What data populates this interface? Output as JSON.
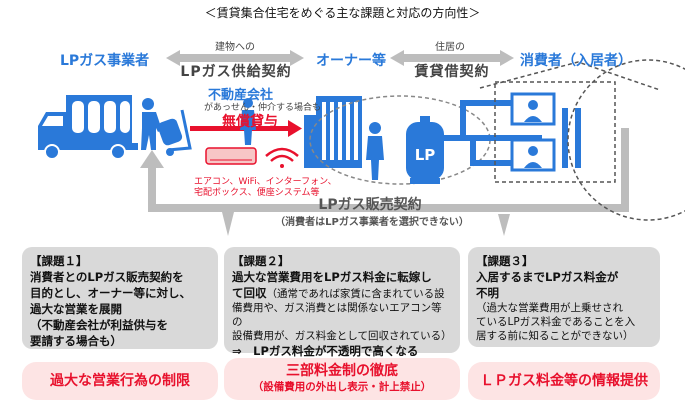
{
  "title": "＜賃貸集合住宅をめぐる主な課題と対応の方向性＞",
  "actors": {
    "lp": "LPガス事業者",
    "owner": "オーナー等",
    "consumer": "消費者（入居者）",
    "realestate": "不動産会社",
    "realestate_note": "があっせん・仲介する場合も"
  },
  "relations": {
    "supply_small": "建物への",
    "supply_big": "LPガス供給契約",
    "lease_small": "住居の",
    "lease_big": "賃貸借契約",
    "free_loan": "無償貸与",
    "equipment": "エアコン、WiFi、インターフォン、",
    "equipment2": "宅配ボックス、便座システム等",
    "sales": "LPガス販売契約",
    "sales_note": "（消費者はLPガス事業者を選択できない）",
    "cylinder": "LP"
  },
  "issues": [
    {
      "head": "【課題１】",
      "body": [
        "消費者とのLPガス販売契約を",
        "目的とし、オーナー等に対し、",
        "過大な営業を展開",
        "（不動産会社が利益供与を",
        "要請する場合も）"
      ]
    },
    {
      "head": "【課題２】",
      "body": [
        "過大な営業費用をLPガス料金に転嫁し",
        "て回収"
      ],
      "note": [
        "（通常であれば家賃に含まれている設",
        "備費用や、ガス消費とは関係ないエアコン等の",
        "設備費用が、ガス料金として回収されている）"
      ],
      "tail": "⇒　LPガス料金が不透明で高くなる"
    },
    {
      "head": "【課題３】",
      "body": [
        "入居するまでLPガス料金が",
        "不明"
      ],
      "note": [
        "（過大な営業費用が上乗せされ",
        "ているLPガス料金であることを入",
        "居する前に知ることができない）"
      ]
    }
  ],
  "responses": [
    {
      "text": "過大な営業行為の制限"
    },
    {
      "text": "三部料金制の徹底",
      "sub": "（設備費用の外出し表示・計上禁止）"
    },
    {
      "text": "ＬＰガス料金等の情報提供"
    }
  ]
}
